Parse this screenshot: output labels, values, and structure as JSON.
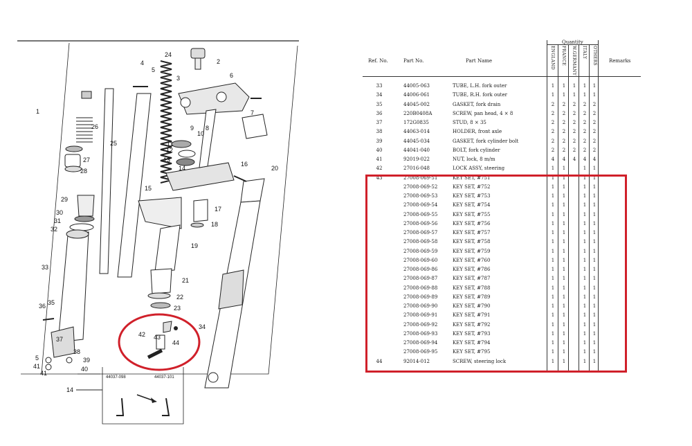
{
  "diagram": {
    "callouts": [
      "1",
      "2",
      "3",
      "4",
      "5",
      "6",
      "7",
      "8",
      "9",
      "10",
      "11",
      "12",
      "13",
      "14",
      "15",
      "16",
      "17",
      "18",
      "19",
      "20",
      "21",
      "22",
      "23",
      "24",
      "25",
      "26",
      "27",
      "28",
      "29",
      "30",
      "31",
      "32",
      "33",
      "34",
      "35",
      "36",
      "37",
      "38",
      "39",
      "40",
      "41",
      "41",
      "42",
      "43",
      "44",
      "5",
      "14"
    ],
    "inset": {
      "left_code": "44037-098",
      "right_code": "44037-101"
    }
  },
  "table": {
    "headers": {
      "ref": "Ref. No.",
      "part": "Part No.",
      "name": "Part Name",
      "quantity": "Quantity",
      "remarks": "Remarks"
    },
    "countries": [
      "ENGLAND",
      "FRANCE",
      "W.GERMANY",
      "ITALY",
      "OTHERS"
    ],
    "rows": [
      {
        "ref": "33",
        "part": "44005-063",
        "name": "TUBE, L.H. fork outer",
        "q": [
          "1",
          "1",
          "1",
          "1",
          "1"
        ]
      },
      {
        "ref": "34",
        "part": "44006-061",
        "name": "TUBE, R.H. fork outer",
        "q": [
          "1",
          "1",
          "1",
          "1",
          "1"
        ]
      },
      {
        "ref": "35",
        "part": "44045-002",
        "name": "GASKET, fork drain",
        "q": [
          "2",
          "2",
          "2",
          "2",
          "2"
        ]
      },
      {
        "ref": "36",
        "part": "220B0408A",
        "name": "SCREW, pan head, 4 × 8",
        "q": [
          "2",
          "2",
          "2",
          "2",
          "2"
        ]
      },
      {
        "ref": "37",
        "part": "172G0835",
        "name": "STUD, 8 × 35",
        "q": [
          "2",
          "2",
          "2",
          "2",
          "2"
        ]
      },
      {
        "ref": "38",
        "part": "44063-014",
        "name": "HOLDER, front axle",
        "q": [
          "2",
          "2",
          "2",
          "2",
          "2"
        ]
      },
      {
        "ref": "39",
        "part": "44045-034",
        "name": "GASKET, fork cylinder bolt",
        "q": [
          "2",
          "2",
          "2",
          "2",
          "2"
        ]
      },
      {
        "ref": "40",
        "part": "44041-040",
        "name": "BOLT, fork cylinder",
        "q": [
          "2",
          "2",
          "2",
          "2",
          "2"
        ]
      },
      {
        "ref": "41",
        "part": "92019-022",
        "name": "NUT, lock, 8 m/m",
        "q": [
          "4",
          "4",
          "4",
          "4",
          "4"
        ]
      },
      {
        "ref": "42",
        "part": "27016-048",
        "name": "LOCK ASSY, steering",
        "q": [
          "1",
          "1",
          "",
          "1",
          "1"
        ]
      },
      {
        "ref": "43",
        "part": "27008-069-51",
        "name": "KEY SET, #751",
        "q": [
          "1",
          "1",
          "",
          "1",
          "1"
        ]
      },
      {
        "ref": "",
        "part": "27008-069-52",
        "name": "KEY SET, #752",
        "q": [
          "1",
          "1",
          "",
          "1",
          "1"
        ]
      },
      {
        "ref": "",
        "part": "27008-069-53",
        "name": "KEY SET, #753",
        "q": [
          "1",
          "1",
          "",
          "1",
          "1"
        ]
      },
      {
        "ref": "",
        "part": "27008-069-54",
        "name": "KEY SET, #754",
        "q": [
          "1",
          "1",
          "",
          "1",
          "1"
        ]
      },
      {
        "ref": "",
        "part": "27008-069-55",
        "name": "KEY SET, #755",
        "q": [
          "1",
          "1",
          "",
          "1",
          "1"
        ]
      },
      {
        "ref": "",
        "part": "27008-069-56",
        "name": "KEY SET, #756",
        "q": [
          "1",
          "1",
          "",
          "1",
          "1"
        ]
      },
      {
        "ref": "",
        "part": "27008-069-57",
        "name": "KEY SET, #757",
        "q": [
          "1",
          "1",
          "",
          "1",
          "1"
        ]
      },
      {
        "ref": "",
        "part": "27008-069-58",
        "name": "KEY SET, #758",
        "q": [
          "1",
          "1",
          "",
          "1",
          "1"
        ]
      },
      {
        "ref": "",
        "part": "27008-069-59",
        "name": "KEY SET, #759",
        "q": [
          "1",
          "1",
          "",
          "1",
          "1"
        ]
      },
      {
        "ref": "",
        "part": "27008-069-60",
        "name": "KEY SET, #760",
        "q": [
          "1",
          "1",
          "",
          "1",
          "1"
        ]
      },
      {
        "ref": "",
        "part": "27008-069-86",
        "name": "KEY SET, #786",
        "q": [
          "1",
          "1",
          "",
          "1",
          "1"
        ]
      },
      {
        "ref": "",
        "part": "27008-069-87",
        "name": "KEY SET, #787",
        "q": [
          "1",
          "1",
          "",
          "1",
          "1"
        ]
      },
      {
        "ref": "",
        "part": "27008-069-88",
        "name": "KEY SET, #788",
        "q": [
          "1",
          "1",
          "",
          "1",
          "1"
        ]
      },
      {
        "ref": "",
        "part": "27008-069-89",
        "name": "KEY SET, #789",
        "q": [
          "1",
          "1",
          "",
          "1",
          "1"
        ]
      },
      {
        "ref": "",
        "part": "27008-069-90",
        "name": "KEY SET, #790",
        "q": [
          "1",
          "1",
          "",
          "1",
          "1"
        ]
      },
      {
        "ref": "",
        "part": "27008-069-91",
        "name": "KEY SET, #791",
        "q": [
          "1",
          "1",
          "",
          "1",
          "1"
        ]
      },
      {
        "ref": "",
        "part": "27008-069-92",
        "name": "KEY SET, #792",
        "q": [
          "1",
          "1",
          "",
          "1",
          "1"
        ]
      },
      {
        "ref": "",
        "part": "27008-069-93",
        "name": "KEY SET, #793",
        "q": [
          "1",
          "1",
          "",
          "1",
          "1"
        ]
      },
      {
        "ref": "",
        "part": "27008-069-94",
        "name": "KEY SET, #794",
        "q": [
          "1",
          "1",
          "",
          "1",
          "1"
        ]
      },
      {
        "ref": "",
        "part": "27008-069-95",
        "name": "KEY SET, #795",
        "q": [
          "1",
          "1",
          "",
          "1",
          "1"
        ]
      },
      {
        "ref": "44",
        "part": "92014-012",
        "name": "SCREW, steering lock",
        "q": [
          "1",
          "1",
          "",
          "1",
          "1"
        ]
      }
    ]
  },
  "annotations": {
    "highlight_color": "#d0202a"
  }
}
